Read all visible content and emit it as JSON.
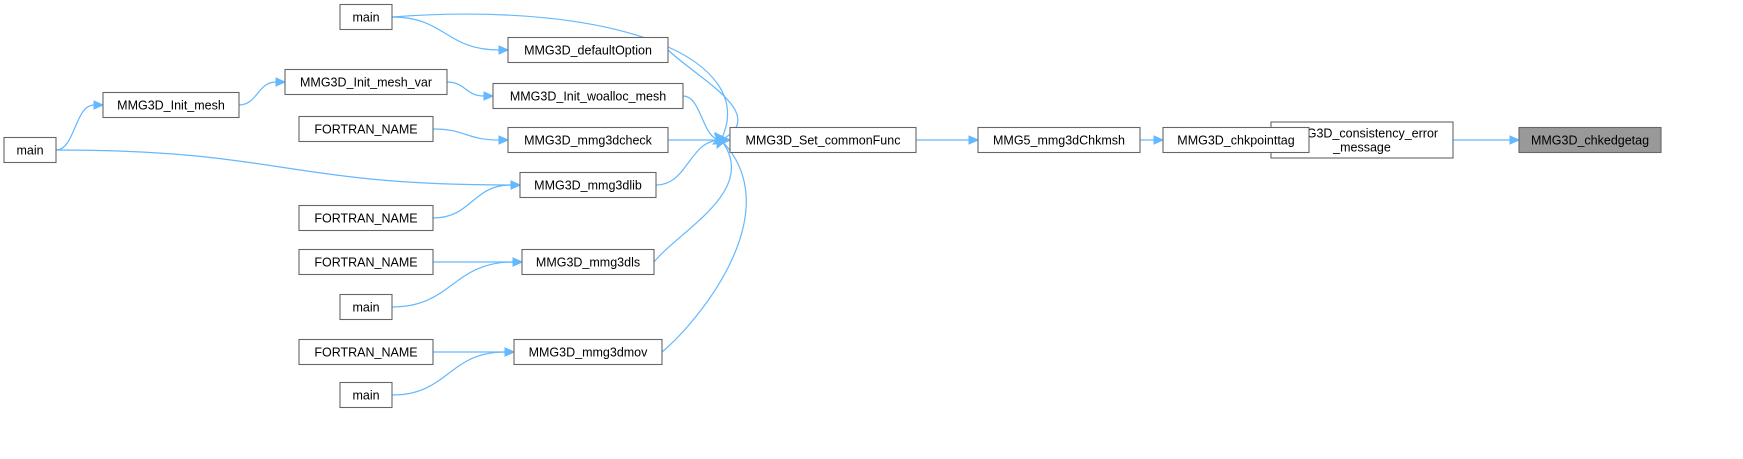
{
  "graph": {
    "title": "",
    "nodes": [
      {
        "id": "n_chkedgetag",
        "label": "MMG3D_chkedgetag",
        "highlight": true
      },
      {
        "id": "n_consistency",
        "label": "MMG3D_consistency_error\n_message"
      },
      {
        "id": "n_chkpointtag",
        "label": "MMG3D_chkpointtag"
      },
      {
        "id": "n_chkmsh",
        "label": "MMG5_mmg3dChkmsh"
      },
      {
        "id": "n_setcommon",
        "label": "MMG3D_Set_commonFunc"
      },
      {
        "id": "n_defaultopt",
        "label": "MMG3D_defaultOption"
      },
      {
        "id": "n_main1",
        "label": "main"
      },
      {
        "id": "n_initwoalloc",
        "label": "MMG3D_Init_woalloc_mesh"
      },
      {
        "id": "n_initmeshvar",
        "label": "MMG3D_Init_mesh_var"
      },
      {
        "id": "n_initmesh",
        "label": "MMG3D_Init_mesh"
      },
      {
        "id": "n_main_left",
        "label": "main"
      },
      {
        "id": "n_mmg3dcheck",
        "label": "MMG3D_mmg3dcheck"
      },
      {
        "id": "n_fortran1",
        "label": "FORTRAN_NAME"
      },
      {
        "id": "n_mmg3dlib",
        "label": "MMG3D_mmg3dlib"
      },
      {
        "id": "n_fortran2",
        "label": "FORTRAN_NAME"
      },
      {
        "id": "n_mmg3dls",
        "label": "MMG3D_mmg3dls"
      },
      {
        "id": "n_fortran3",
        "label": "FORTRAN_NAME"
      },
      {
        "id": "n_main2",
        "label": "main"
      },
      {
        "id": "n_mmg3dmov",
        "label": "MMG3D_mmg3dmov"
      },
      {
        "id": "n_fortran4",
        "label": "FORTRAN_NAME"
      },
      {
        "id": "n_main3",
        "label": "main"
      }
    ],
    "edges": [
      {
        "from": "n_chkedgetag",
        "to": "n_consistency"
      },
      {
        "from": "n_consistency",
        "to": "n_chkpointtag"
      },
      {
        "from": "n_chkpointtag",
        "to": "n_chkmsh"
      },
      {
        "from": "n_chkmsh",
        "to": "n_setcommon"
      },
      {
        "from": "n_setcommon",
        "to": "n_main1"
      },
      {
        "from": "n_setcommon",
        "to": "n_defaultopt"
      },
      {
        "from": "n_setcommon",
        "to": "n_initwoalloc"
      },
      {
        "from": "n_setcommon",
        "to": "n_mmg3dcheck"
      },
      {
        "from": "n_setcommon",
        "to": "n_mmg3dlib"
      },
      {
        "from": "n_setcommon",
        "to": "n_mmg3dls"
      },
      {
        "from": "n_setcommon",
        "to": "n_mmg3dmov"
      },
      {
        "from": "n_defaultopt",
        "to": "n_main1"
      },
      {
        "from": "n_initwoalloc",
        "to": "n_initmeshvar"
      },
      {
        "from": "n_initmeshvar",
        "to": "n_initmesh"
      },
      {
        "from": "n_initmesh",
        "to": "n_main_left"
      },
      {
        "from": "n_mmg3dcheck",
        "to": "n_fortran1"
      },
      {
        "from": "n_mmg3dlib",
        "to": "n_main_left"
      },
      {
        "from": "n_mmg3dlib",
        "to": "n_fortran2"
      },
      {
        "from": "n_mmg3dls",
        "to": "n_fortran3"
      },
      {
        "from": "n_mmg3dls",
        "to": "n_main2"
      },
      {
        "from": "n_mmg3dmov",
        "to": "n_fortran4"
      },
      {
        "from": "n_mmg3dmov",
        "to": "n_main3"
      }
    ]
  },
  "colors": {
    "edge": "#63b8ff",
    "node_border": "#666666",
    "node_fill": "#ffffff",
    "highlight_fill": "#999999",
    "text": "#000000"
  }
}
